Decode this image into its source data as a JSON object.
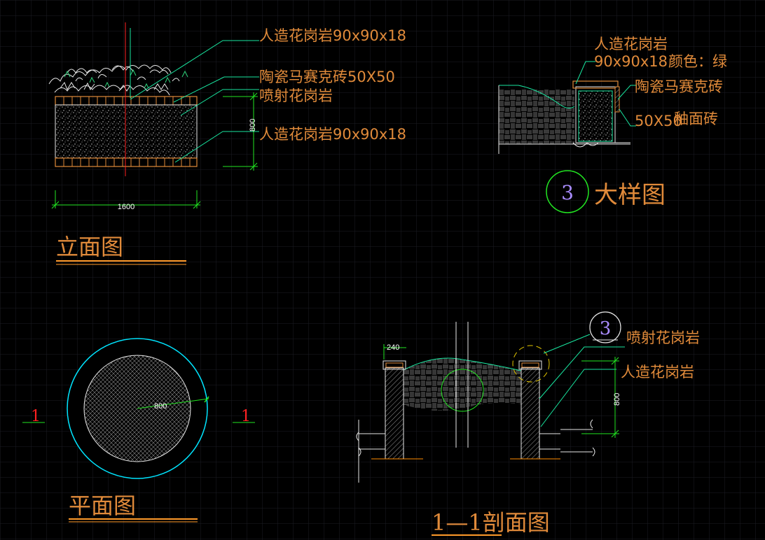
{
  "colors": {
    "background": "#000000",
    "grid": "#1b1d24",
    "label": "#e08a3a",
    "title": "#f0a050",
    "leader": "#19e6a0",
    "cyan": "#00e5ff",
    "dim": "#22e622",
    "center_line": "#ff2020",
    "white": "#ffffff",
    "tick": "#ff8c00",
    "hatch": "#bdbdbd",
    "balloon_num": "#a98cff",
    "title_underline": "#ff9a2a"
  },
  "elevation": {
    "title": "立面图",
    "label_top": "人造花岗岩90x90x18",
    "label_mosaic": "陶瓷马赛克砖50X50",
    "label_spray": "喷射花岗岩",
    "label_bottom": "人造花岗岩90x90x18",
    "dim_height": "800",
    "dim_width": "1600"
  },
  "detail": {
    "title": "大样图",
    "number": "3",
    "label_granite_line1": "人造花岗岩",
    "label_granite_line2": "90x90x18",
    "label_color": "颜色：绿",
    "label_mosaic": "陶瓷马赛克砖",
    "label_size": "50X50",
    "label_glaze": "釉面砖"
  },
  "plan": {
    "title": "平面图",
    "dim_radius": "800",
    "section_mark_left": "1",
    "section_mark_right": "1"
  },
  "section": {
    "title": "1—1剖面图",
    "detail_ref": "3",
    "label_spray": "喷射花岗岩",
    "label_granite": "人造花岗岩",
    "dim_height": "800",
    "dim_wall": "240"
  }
}
